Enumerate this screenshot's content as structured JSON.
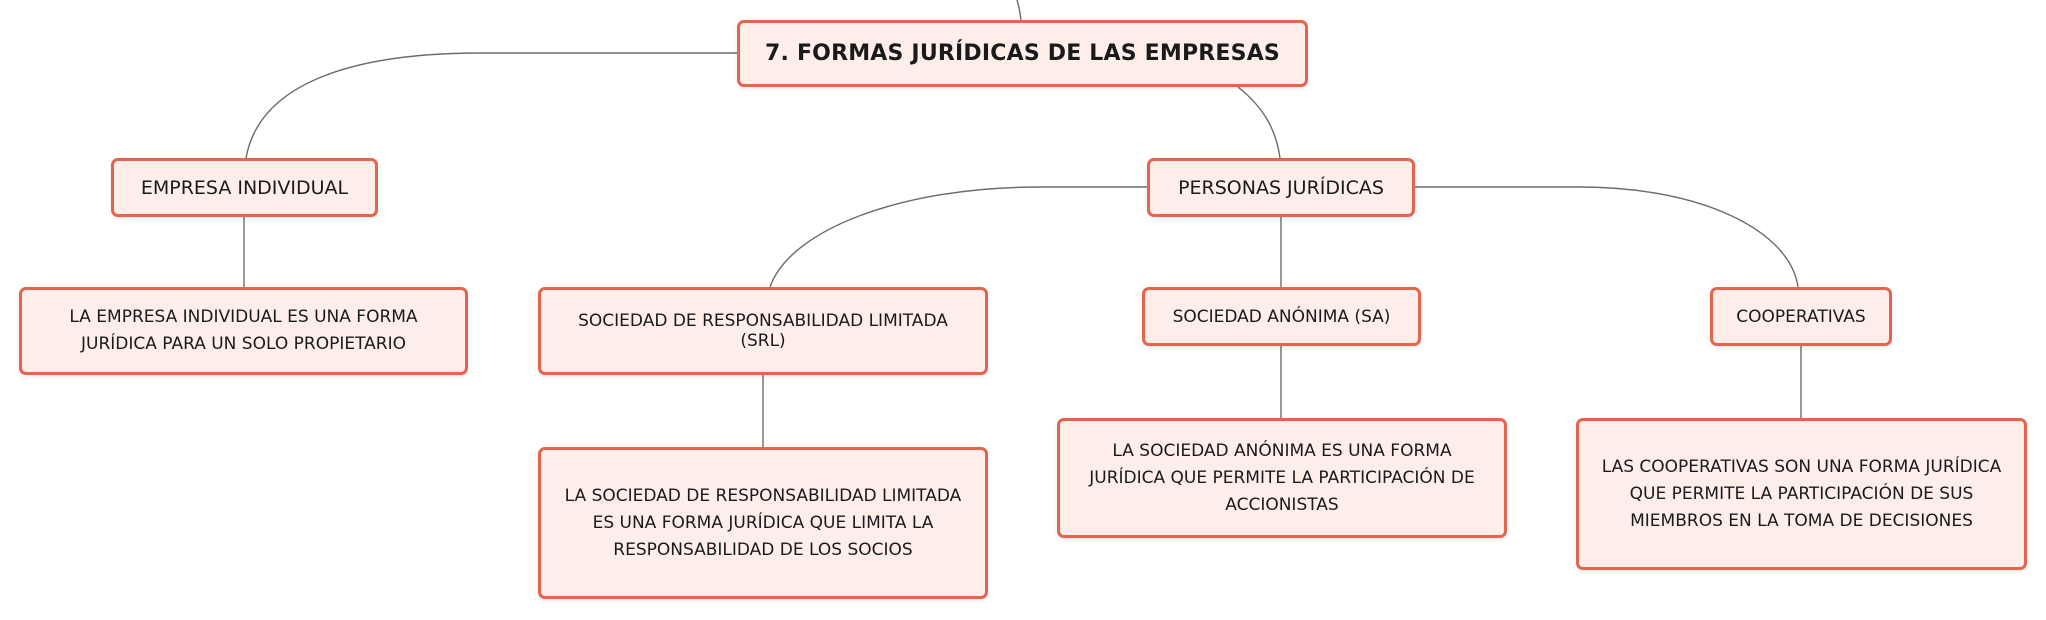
{
  "diagram": {
    "root": {
      "label": "7. FORMAS JURÍDICAS DE LAS EMPRESAS"
    },
    "empresa_individual": {
      "label": "EMPRESA INDIVIDUAL",
      "description": "LA EMPRESA INDIVIDUAL ES UNA FORMA JURÍDICA PARA UN SOLO PROPIETARIO"
    },
    "personas_juridicas": {
      "label": "PERSONAS JURÍDICAS",
      "srl": {
        "label": "SOCIEDAD DE RESPONSABILIDAD LIMITADA (SRL)",
        "description": "LA SOCIEDAD DE RESPONSABILIDAD LIMITADA ES UNA FORMA JURÍDICA QUE LIMITA LA RESPONSABILIDAD DE LOS SOCIOS"
      },
      "sa": {
        "label": "SOCIEDAD ANÓNIMA (SA)",
        "description": "LA SOCIEDAD ANÓNIMA ES UNA FORMA JURÍDICA QUE PERMITE LA PARTICIPACIÓN DE ACCIONISTAS"
      },
      "cooperativas": {
        "label": "COOPERATIVAS",
        "description": "LAS COOPERATIVAS SON UNA FORMA JURÍDICA QUE PERMITE LA PARTICIPACIÓN DE SUS MIEMBROS EN LA TOMA DE DECISIONES"
      }
    },
    "colors": {
      "node_fill": "#fdeeea",
      "node_border": "#e4644e",
      "connector": "#6b6b6b",
      "text": "#1a1a1a"
    }
  }
}
